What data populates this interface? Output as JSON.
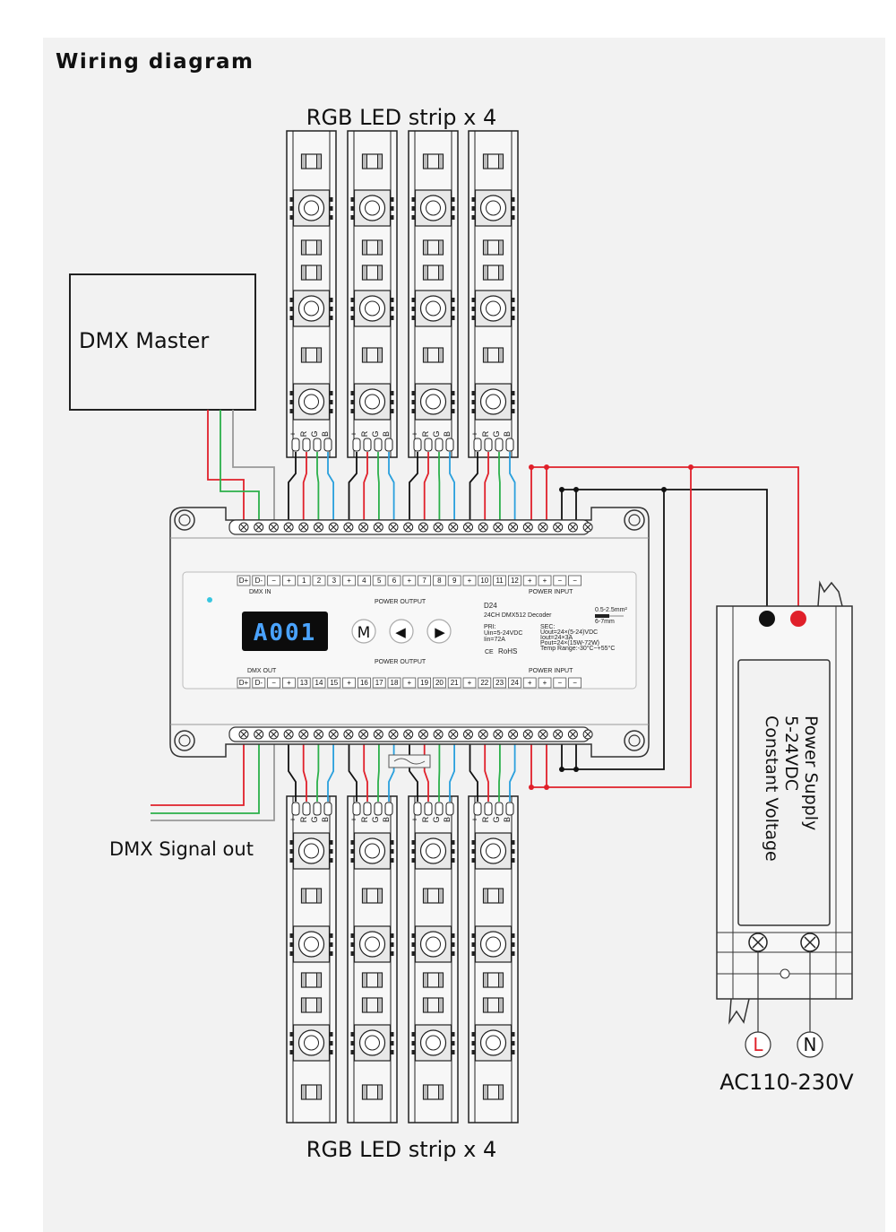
{
  "title": "Wiring diagram",
  "strips_top_label": "RGB LED strip x 4",
  "strips_bottom_label": "RGB LED strip x 4",
  "dmx_master_label": "DMX Master",
  "dmx_signal_out_label": "DMX Signal out",
  "strip_pins": [
    "+",
    "R",
    "G",
    "B"
  ],
  "decoder": {
    "display": "A001",
    "buttons": {
      "menu": "M",
      "left": "◀",
      "right": "▶"
    },
    "top_terminals": [
      "D+",
      "D-",
      "−",
      "+",
      "1",
      "2",
      "3",
      "+",
      "4",
      "5",
      "6",
      "+",
      "7",
      "8",
      "9",
      "+",
      "10",
      "11",
      "12",
      "+",
      "+",
      "−",
      "−"
    ],
    "bottom_terminals": [
      "D+",
      "D-",
      "−",
      "+",
      "13",
      "14",
      "15",
      "+",
      "16",
      "17",
      "18",
      "+",
      "19",
      "20",
      "21",
      "+",
      "22",
      "23",
      "24",
      "+",
      "+",
      "−",
      "−"
    ],
    "dmx_in": "DMX IN",
    "dmx_out": "DMX OUT",
    "power_output": "POWER OUTPUT",
    "power_input": "POWER INPUT",
    "model": "D24",
    "model_desc": "24CH DMX512 Decoder",
    "wire_spec": "0.5-2.5mm²",
    "strip_spec": "6-7mm",
    "pri_lines": [
      "PRI:",
      "Uin=5-24VDC",
      "Iin=72A"
    ],
    "sec_lines": [
      "SEC:",
      "Uout=24×(5-24)VDC",
      "Iout=24×3A",
      "Pout=24×(15W-72W)",
      "Temp Range:-30°C~+55°C"
    ],
    "rohs": "RoHS",
    "ce": "CE"
  },
  "psu": {
    "lines": [
      "Power Supply",
      "5-24VDC",
      "Constant Voltage"
    ],
    "terminal_L": "L",
    "terminal_N": "N",
    "ac_label": "AC110-230V"
  },
  "colors": {
    "panel": "#f2f2f2",
    "wire_red": "#e0202a",
    "wire_green": "#2bb04a",
    "wire_blue": "#2aa0dd",
    "wire_black": "#111111",
    "lcd_text": "#4aa3ff"
  }
}
